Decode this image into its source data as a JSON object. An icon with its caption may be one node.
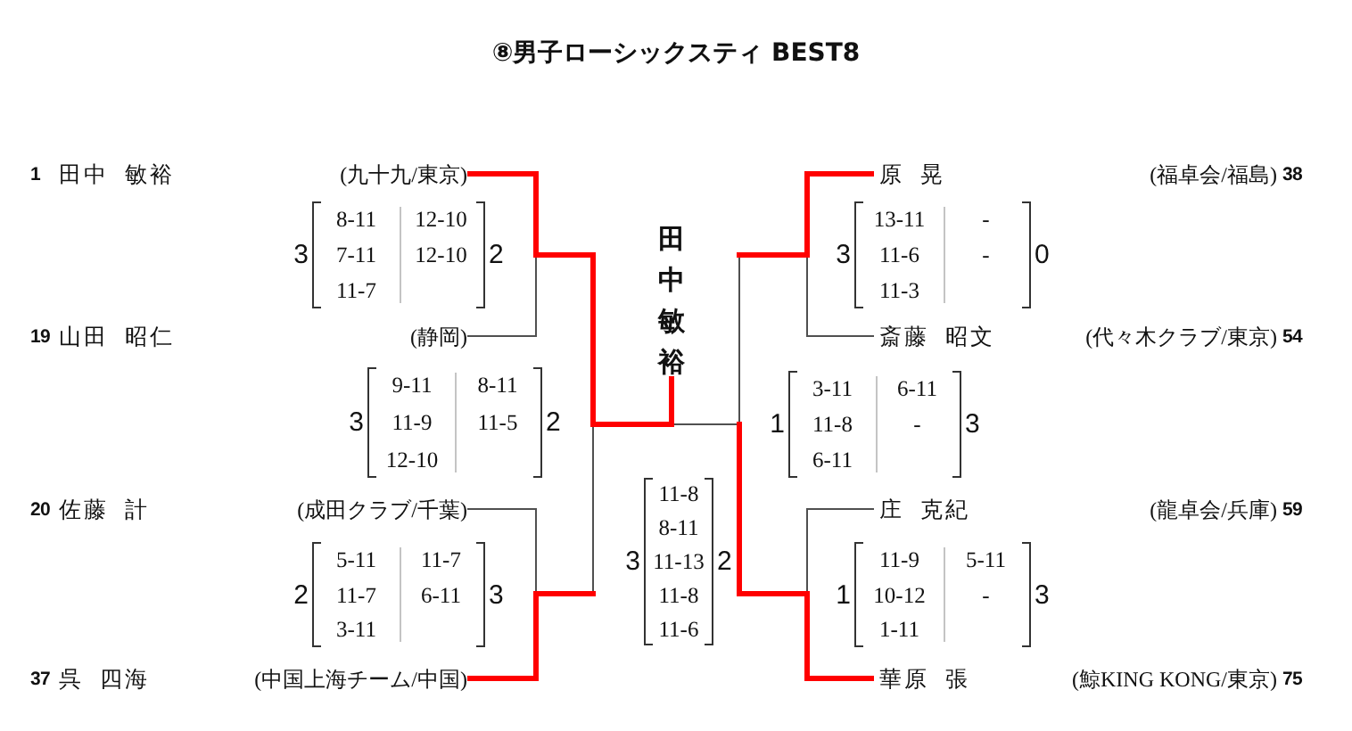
{
  "diagram": {
    "title": "⑧男子ローシックスティ BEST8",
    "nodes": [
      {
        "text": [
          "1",
          "田中 敏裕",
          "(九十九/東京)"
        ]
      },
      {
        "text": [
          "原 晃",
          "(福卓会/福島)",
          "38"
        ]
      },
      {
        "text": [
          "田中敏裕"
        ]
      },
      {
        "text": [
          "3",
          "8-11",
          "12-10",
          "7-11",
          "12-10",
          "11-7",
          "2"
        ]
      },
      {
        "text": [
          "3",
          "13-11",
          "-",
          "11-6",
          "-",
          "11-3",
          "0"
        ]
      },
      {
        "text": [
          "19",
          "山田 昭仁",
          "(静岡)"
        ]
      },
      {
        "text": [
          "斎藤 昭文",
          "(代々木クラブ/東京)",
          "54"
        ]
      },
      {
        "text": [
          "3",
          "9-11",
          "8-11",
          "11-9",
          "11-5",
          "12-10",
          "2"
        ]
      },
      {
        "text": [
          "1",
          "3-11",
          "6-11",
          "11-8",
          "-",
          "6-11",
          "3"
        ]
      },
      {
        "text": [
          "3",
          "11-8",
          "8-11",
          "11-13",
          "11-8",
          "11-6",
          "2"
        ]
      },
      {
        "text": [
          "20",
          "佐藤 計",
          "(成田クラブ/千葉)"
        ]
      },
      {
        "text": [
          "庄 克紀",
          "(龍卓会/兵庫)",
          "59"
        ]
      },
      {
        "text": [
          "2",
          "5-11",
          "11-7",
          "11-7",
          "6-11",
          "3-11",
          "3"
        ]
      },
      {
        "text": [
          "1",
          "11-9",
          "5-11",
          "10-12",
          "-",
          "1-11",
          "3"
        ]
      },
      {
        "text": [
          "37",
          "呉 四海",
          "(中国上海チーム/中国)"
        ]
      },
      {
        "text": [
          "華原 張",
          "(鯨KING KONG/東京)",
          "75"
        ]
      }
    ],
    "edges": [
      {
        "from": 0,
        "to": 2,
        "arrow": "none",
        "style": "thick",
        "color": "#ff0000"
      },
      {
        "from": 5,
        "to": null,
        "arrow": "none",
        "color": "#505050"
      },
      {
        "from": 10,
        "to": null,
        "arrow": "none",
        "color": "#505050"
      },
      {
        "from": 14,
        "to": null,
        "arrow": "none",
        "style": "thick",
        "color": "#ff0000"
      },
      {
        "from": 1,
        "to": null,
        "arrow": "none",
        "style": "thick",
        "color": "#ff0000"
      },
      {
        "from": 6,
        "to": null,
        "arrow": "none",
        "color": "#505050"
      },
      {
        "from": 11,
        "to": null,
        "arrow": "none",
        "color": "#505050"
      },
      {
        "from": 15,
        "to": null,
        "arrow": "none",
        "style": "thick",
        "color": "#ff0000"
      }
    ]
  }
}
